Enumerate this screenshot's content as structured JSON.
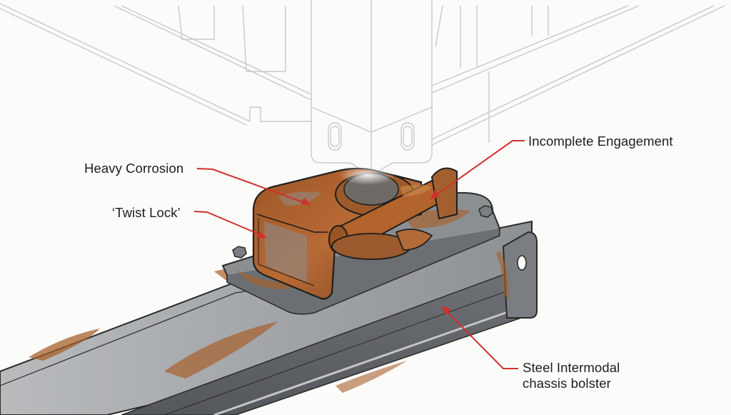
{
  "diagram": {
    "subject": "Twist lock mounted on intermodal chassis bolster beneath shipping container corner casting",
    "callouts": [
      {
        "id": "heavy-corrosion",
        "label": "Heavy Corrosion"
      },
      {
        "id": "twist-lock",
        "label": "‘Twist Lock’"
      },
      {
        "id": "incomplete-engagement",
        "label": "Incomplete Engagement"
      },
      {
        "id": "chassis-bolster",
        "label_line1": "Steel Intermodal",
        "label_line2": "chassis bolster"
      }
    ],
    "colors": {
      "background": "#fbfbf9",
      "leader_line": "#d0312d",
      "rust": "#a65a2a",
      "steel": "#8a8d90",
      "container_outline": "#c9c9c9",
      "text": "#1e1e1e"
    }
  }
}
